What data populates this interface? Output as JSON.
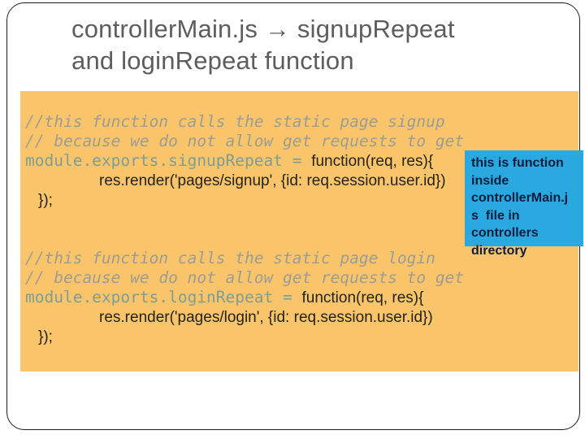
{
  "slide": {
    "title_line1": "controllerMain.js → signupRepeat",
    "title_line2": "and loginRepeat function"
  },
  "code": {
    "block1": {
      "comment1": "//this function calls the static page signup",
      "comment2": "// because we do not allow get requests to get",
      "decl_mono": "module.exports.signupRepeat = ",
      "decl_sans": "function(req, res){",
      "body": "res.render('pages/signup', {id: req.session.user.id})",
      "close": "});"
    },
    "block2": {
      "comment1": "//this function calls the static page login",
      "comment2": "// because we do not allow get requests to get",
      "decl_mono": "module.exports.loginRepeat = ",
      "decl_sans": "function(req, res){",
      "body": "res.render('pages/login', {id: req.session.user.id})",
      "close": "});"
    }
  },
  "callout": {
    "lines": [
      "this is function",
      "inside",
      "controllerMain.j",
      "s  file in",
      "controllers",
      "directory"
    ]
  },
  "colors": {
    "orange": "#FAC56A",
    "blue": "#29A9E0",
    "comment": "#9C9C94",
    "keyword": "#7D9D95",
    "code-dark": "#23231B",
    "callout-text": "#0C1C3C",
    "title-gray": "#5D5D5D"
  }
}
